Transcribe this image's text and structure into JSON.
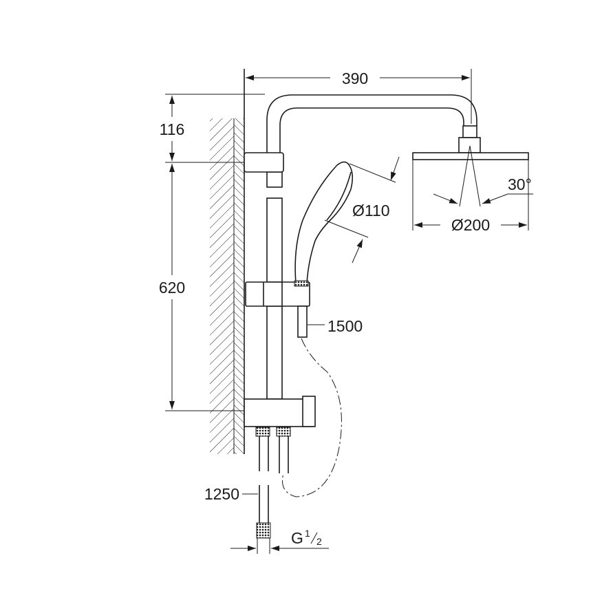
{
  "dimensions": {
    "arm_length": "390",
    "top_offset": "116",
    "bracket_spacing": "620",
    "hand_shower_diameter": "Ø110",
    "spray_angle": "30°",
    "head_diameter": "Ø200",
    "shower_hose_length": "1500",
    "supply_hose_length": "1250",
    "thread_letter": "G",
    "thread_num": "1",
    "thread_den": "2"
  },
  "colors": {
    "line": "#1a1a1a",
    "background": "#ffffff"
  }
}
